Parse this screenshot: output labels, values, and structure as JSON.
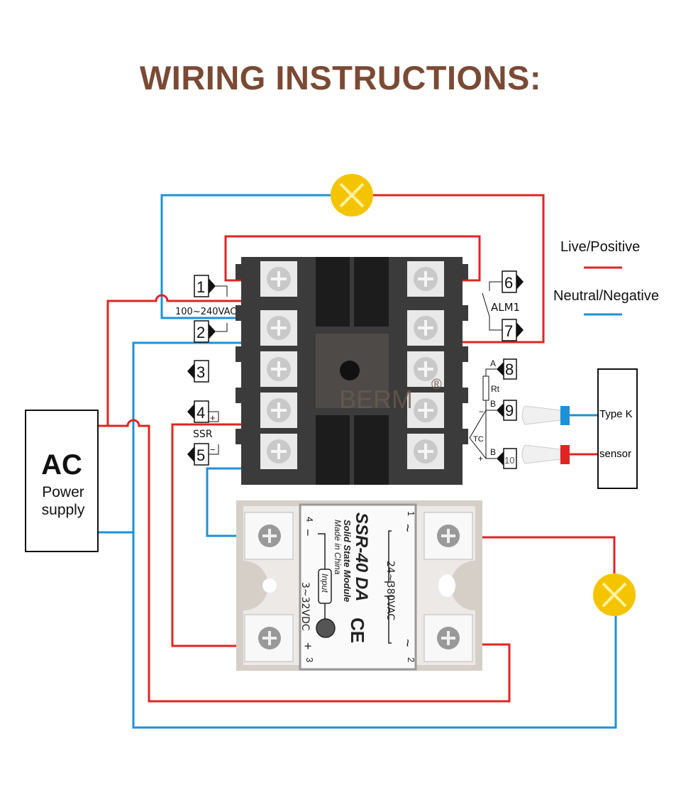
{
  "title": "WIRING INSTRUCTIONS:",
  "legend": {
    "live": {
      "label": "Live/Positive",
      "color": "#e02424"
    },
    "neutral": {
      "label": "Neutral/Negative",
      "color": "#1e90d8"
    }
  },
  "controller": {
    "brand": "BERM",
    "registered": "®",
    "supply_voltage": "100~240VAC",
    "alarm_label": "ALM1",
    "ssr_label": "SSR",
    "terminals": [
      "1",
      "2",
      "3",
      "4",
      "5",
      "6",
      "7",
      "8",
      "9",
      "10"
    ],
    "plus": "+",
    "minus": "−",
    "rtd_a": "A",
    "rtd_b": "B",
    "rtd_b2": "B",
    "rt_label": "Rt",
    "tc_label": "TC"
  },
  "power_supply": {
    "line1": "AC",
    "line2": "Power",
    "line3": "supply"
  },
  "ssr_module": {
    "model": "SSR-40 DA",
    "subtitle": "Solid State Module",
    "origin": "Made in China",
    "output_voltage": "24~380VAC",
    "input_voltage": "3~32VDC",
    "input_label": "Input",
    "ce_mark": "CE",
    "terminal_numbers": [
      "1",
      "2",
      "3",
      "4"
    ],
    "tilde": "~",
    "plus": "+",
    "minus": "−"
  },
  "sensor": {
    "line1": "Type K",
    "line2": "sensor"
  },
  "colors": {
    "title": "#7b4a34",
    "lamp": "#f5c400",
    "controller_body": "#3a3a3a",
    "ssr_body": "#d6cfc8"
  }
}
